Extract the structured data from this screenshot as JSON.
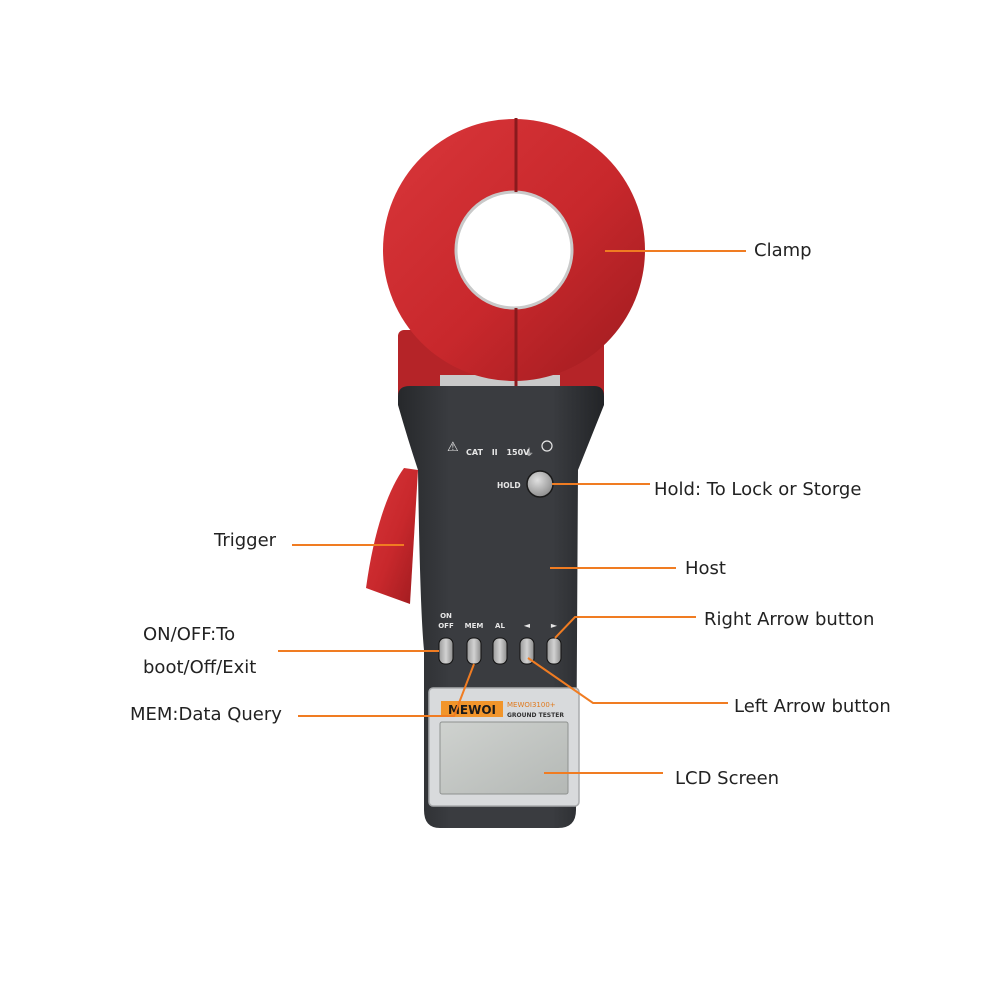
{
  "device": {
    "panel": {
      "cat_text": "CAT",
      "cat_level": "II",
      "voltage": "150V",
      "hold_key": "HOLD",
      "on_key_top": "ON",
      "on_key_bottom": "OFF",
      "mem_key": "MEM",
      "al_key": "AL",
      "left_key": "◄",
      "right_key": "►"
    },
    "brand": "MEWOI",
    "model": "MEWOI3100+",
    "subtitle": "GROUND TESTER"
  },
  "callouts": {
    "clamp": "Clamp",
    "hold": "Hold: To Lock or Storge",
    "trigger": "Trigger",
    "host": "Host",
    "right_arrow": "Right Arrow button",
    "onoff_line1": "ON/OFF:To",
    "onoff_line2": "boot/Off/Exit",
    "left_arrow": "Left Arrow button",
    "mem": "MEM:Data Query",
    "lcd": "LCD Screen"
  },
  "colors": {
    "clamp_red": "#c8282c",
    "body_dark": "#333538",
    "leader_orange": "#f07c22"
  }
}
